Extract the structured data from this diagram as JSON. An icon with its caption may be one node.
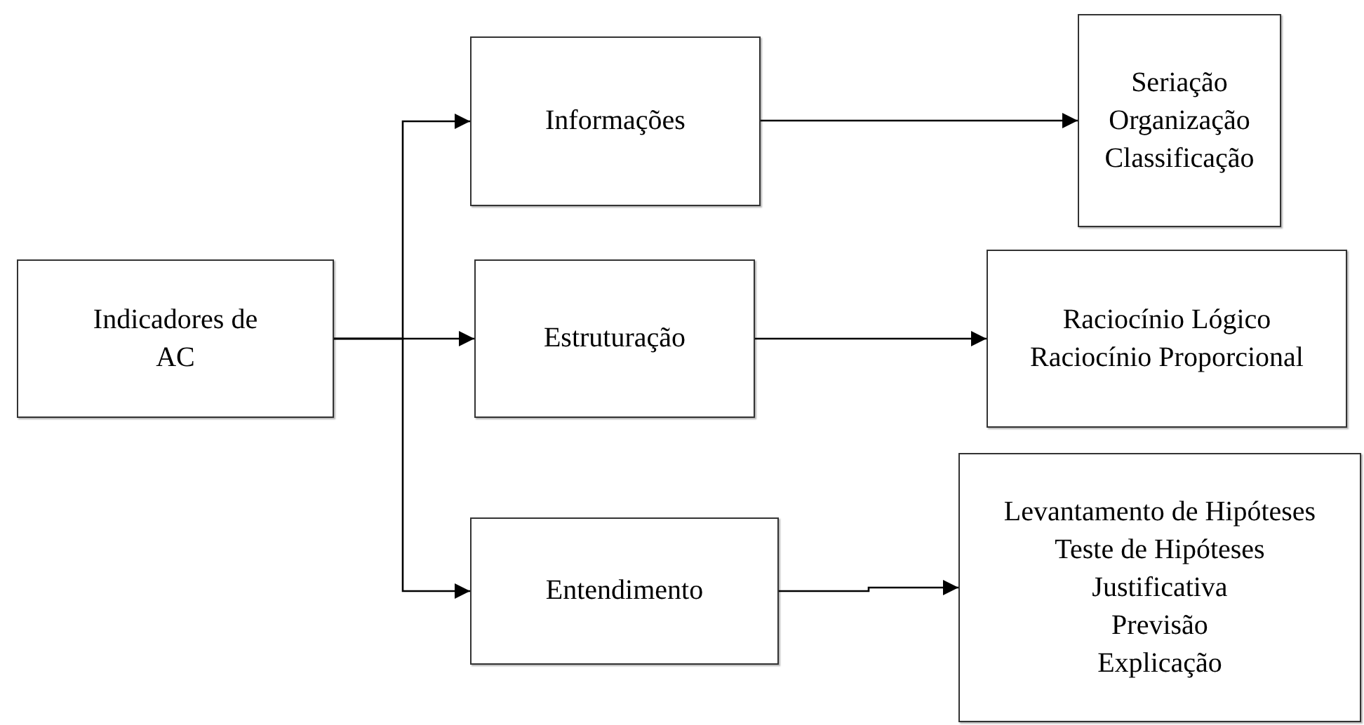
{
  "diagram": {
    "nodes": [
      {
        "text": [
          "Indicadores de AC"
        ]
      },
      {
        "text": [
          "Informações"
        ]
      },
      {
        "text": [
          "Estruturação"
        ]
      },
      {
        "text": [
          "Entendimento"
        ]
      },
      {
        "text": [
          "Seriação",
          "Organização",
          "Classificação"
        ]
      },
      {
        "text": [
          "Raciocínio Lógico",
          "Raciocínio Proporcional"
        ]
      },
      {
        "text": [
          "Levantamento de Hipóteses",
          "Teste de Hipóteses",
          "Justificativa",
          "Previsão",
          "Explicação"
        ]
      }
    ],
    "edges": [
      {
        "from": 0,
        "to": 1,
        "arrow": "to"
      },
      {
        "from": 0,
        "to": 2,
        "arrow": "to"
      },
      {
        "from": 0,
        "to": 3,
        "arrow": "to"
      },
      {
        "from": 1,
        "to": 4,
        "arrow": "to"
      },
      {
        "from": 2,
        "to": 5,
        "arrow": "to"
      },
      {
        "from": 3,
        "to": 6,
        "arrow": "to"
      }
    ]
  }
}
